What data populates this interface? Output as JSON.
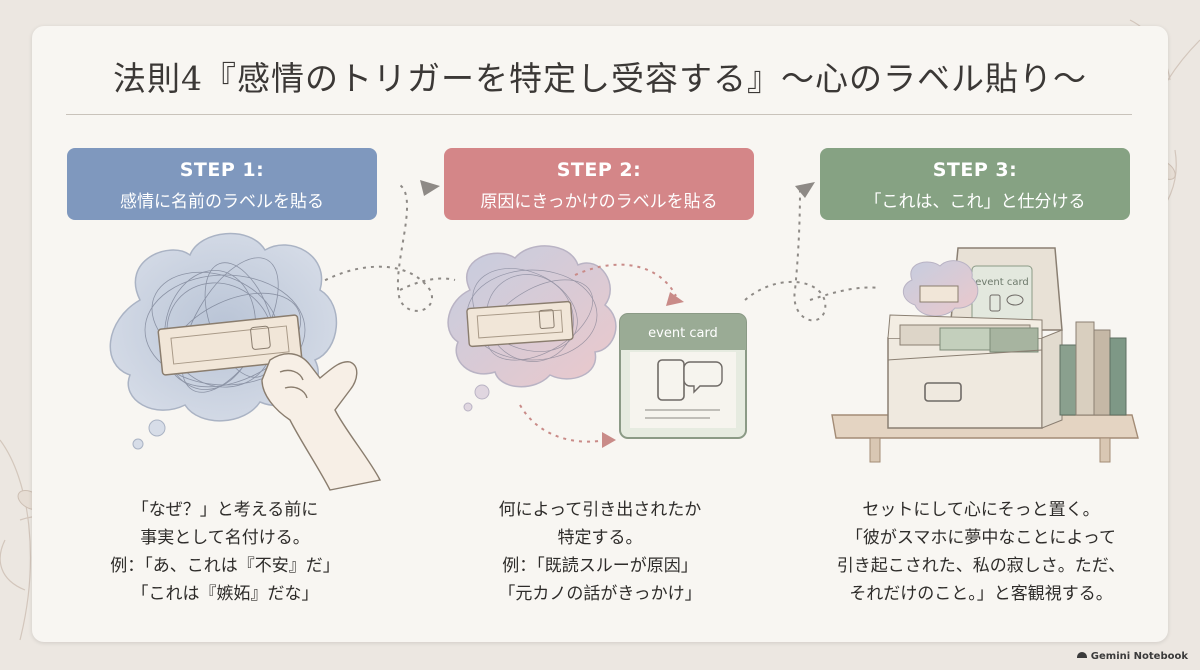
{
  "title": "法則4『感情のトリガーを特定し受容する』〜心のラベル貼り〜",
  "steps": [
    {
      "heading": "STEP 1:",
      "subtitle": "感情に名前のラベルを貼る",
      "color": "#7f98be"
    },
    {
      "heading": "STEP 2:",
      "subtitle": "原因にきっかけのラベルを貼る",
      "color": "#d48688"
    },
    {
      "heading": "STEP 3:",
      "subtitle": "「これは、これ」と仕分ける",
      "color": "#86a283"
    }
  ],
  "descriptions": [
    [
      "「なぜ？」と考える前に",
      "事実として名付ける。",
      "例：「あ、これは『不安』だ」",
      "「これは『嫉妬』だな」"
    ],
    [
      "何によって引き出されたか",
      "特定する。",
      "例：「既読スルーが原因」",
      "「元カノの話がきっかけ」"
    ],
    [
      "セットにして心にそっと置く。",
      "「彼がスマホに夢中なことによって",
      "引き起こされた、私の寂しさ。ただ、",
      "それだけのこと。」と客観視する。"
    ]
  ],
  "event_card_label": "event card",
  "event_card_small_label": "event card",
  "footer": "Gemini Notebook",
  "icons": [
    "thought-cloud-icon",
    "label-tag-icon",
    "hand-icon",
    "phone-icon",
    "chat-bubble-icon",
    "file-box-icon",
    "book-icon",
    "shelf-icon",
    "flower-icon"
  ]
}
